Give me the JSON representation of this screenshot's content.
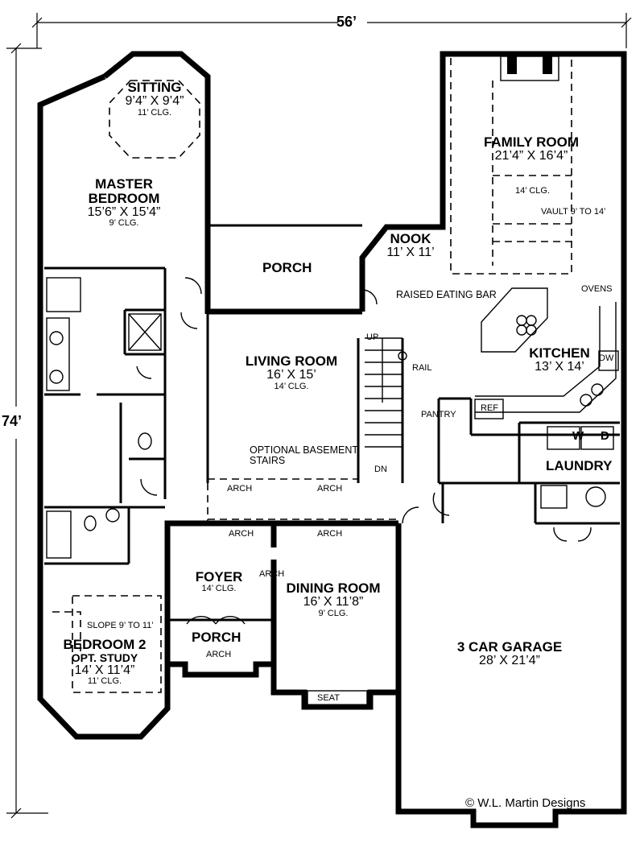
{
  "dimensions": {
    "width": "56’",
    "depth": "74’"
  },
  "rooms": {
    "sitting": {
      "name": "SITTING",
      "size": "9’4” X 9’4”",
      "ceiling": "11’ CLG."
    },
    "master": {
      "name1": "MASTER",
      "name2": "BEDROOM",
      "size": "15’6” X 15’4”",
      "ceiling": "9’ CLG."
    },
    "family": {
      "name": "FAMILY ROOM",
      "size": "21’4” X 16’4”",
      "ceiling": "14’ CLG.",
      "note": "VAULT 9’ TO 14’"
    },
    "porch_rear": {
      "name": "PORCH"
    },
    "nook": {
      "name": "NOOK",
      "size": "11’ X 11’"
    },
    "living": {
      "name": "LIVING ROOM",
      "size": "16’ X 15’",
      "ceiling": "14’ CLG."
    },
    "kitchen": {
      "name": "KITCHEN",
      "size": "13’ X 14’"
    },
    "laundry": {
      "name": "LAUNDRY"
    },
    "foyer": {
      "name": "FOYER",
      "ceiling": "14’ CLG."
    },
    "porch_front": {
      "name": "PORCH"
    },
    "dining": {
      "name": "DINING ROOM",
      "size": "16’ X 11’8”",
      "ceiling": "9’ CLG."
    },
    "bedroom2": {
      "name1": "BEDROOM 2",
      "name2": "OPT. STUDY",
      "size": "14’ X 11’4”",
      "ceiling": "11’ CLG.",
      "note": "SLOPE 9’ TO 11’"
    },
    "garage": {
      "name": "3 CAR GARAGE",
      "size": "28’ X 21’4”"
    }
  },
  "labels": {
    "ovens": "OVENS",
    "eating_bar": "RAISED EATING BAR",
    "dw": "DW",
    "pantry": "PANTRY",
    "ref": "REF",
    "washer": "W",
    "dryer": "D",
    "up": "UP",
    "rail": "RAIL",
    "dn": "DN",
    "basement": "OPTIONAL BASEMENT\nSTAIRS",
    "arch": "ARCH",
    "seat": "SEAT",
    "copyright": "© W.L. Martin Designs"
  }
}
